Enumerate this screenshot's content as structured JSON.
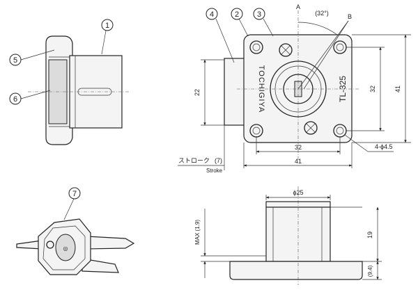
{
  "callouts": {
    "c1": "1",
    "c2": "2",
    "c3": "3",
    "c4": "4",
    "c5": "5",
    "c6": "6",
    "c7": "7"
  },
  "markers": {
    "a": "A",
    "b": "B"
  },
  "angle": "(32°)",
  "face": {
    "brand": "TOCHIGIYA",
    "model": "TL-325"
  },
  "dimensions": {
    "side_height": "22",
    "hole_pitch_horizontal": "32",
    "hole_pitch_vertical": "32",
    "overall_height": "41",
    "overall_width": "41",
    "holes": "4-ϕ4.5",
    "stroke_jp": "ストローク",
    "stroke_value": "(7)",
    "stroke_en": "Stroke",
    "cylinder_dia": "ϕ25",
    "max_projection": "MAX (1.9)",
    "cylinder_height": "19",
    "base_height": "(9.4)"
  }
}
